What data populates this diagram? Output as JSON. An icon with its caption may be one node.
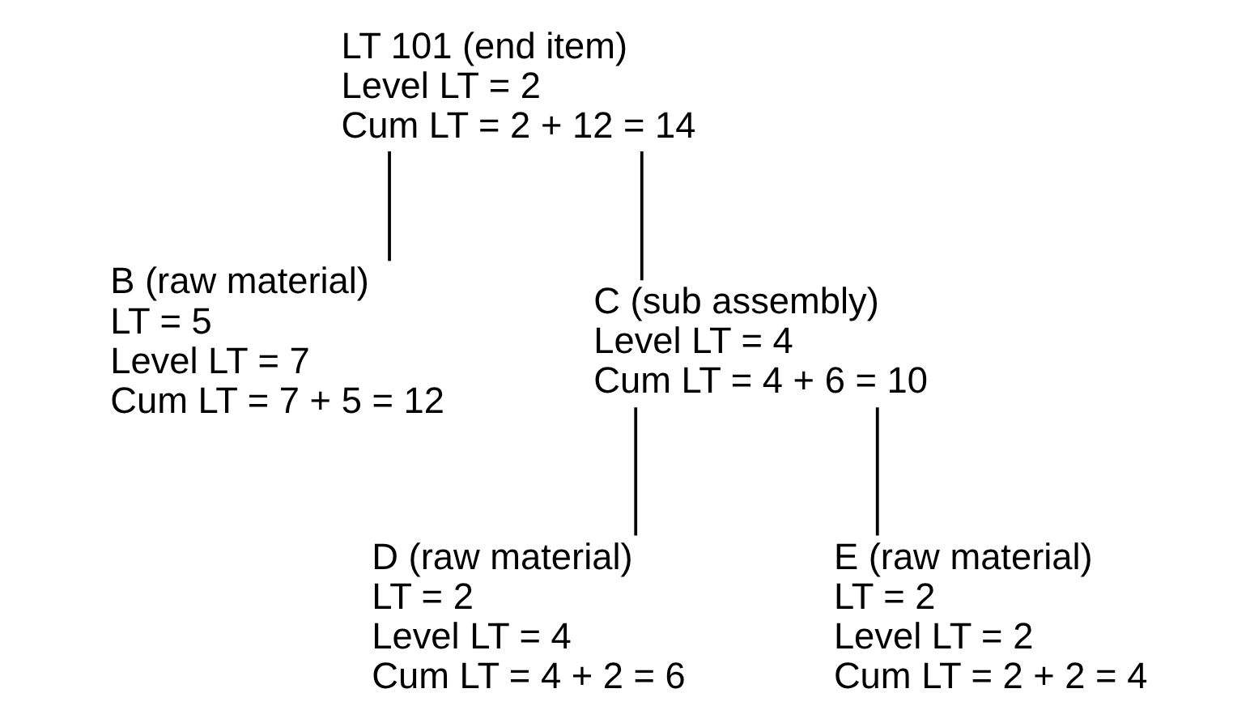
{
  "diagram": {
    "nodes": [
      {
        "text": [
          "LT 101 (end item)",
          "Level LT = 2",
          "Cum LT = 2 + 12 = 14"
        ]
      },
      {
        "text": [
          "B (raw material)",
          "LT = 5",
          "Level LT = 7",
          "Cum LT = 7 + 5 = 12"
        ]
      },
      {
        "text": [
          "C (sub assembly)",
          "Level LT = 4",
          "Cum LT = 4 + 6 = 10"
        ]
      },
      {
        "text": [
          "D (raw material)",
          "LT = 2",
          "Level LT = 4",
          "Cum LT = 4 + 2 = 6"
        ]
      },
      {
        "text": [
          "E (raw material)",
          "LT = 2",
          "Level LT = 2",
          "Cum LT = 2 + 2 = 4"
        ]
      }
    ],
    "edges": [
      {
        "from": 0,
        "to": 1,
        "arrow": "none"
      },
      {
        "from": 0,
        "to": 2,
        "arrow": "none"
      },
      {
        "from": 2,
        "to": 3,
        "arrow": "none"
      },
      {
        "from": 2,
        "to": 4,
        "arrow": "none"
      }
    ]
  }
}
